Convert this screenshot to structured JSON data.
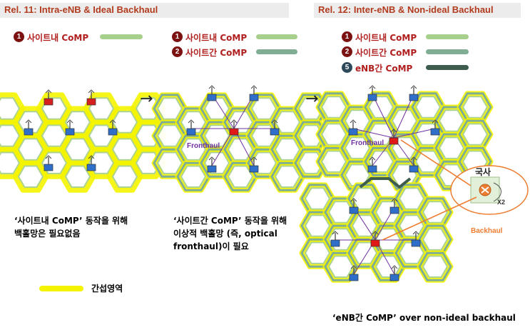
{
  "headers": {
    "left": "Rel. 11: Intra-eNB & Ideal Backhaul",
    "right": "Rel. 12: Inter-eNB & Non-ideal Backhaul"
  },
  "legend": {
    "n1": "1",
    "n2": "2",
    "n5": "5",
    "intra_site": "사이트내 CoMP",
    "inter_site": "사이트간 CoMP",
    "inter_enb": "eNB간 CoMP"
  },
  "captions": {
    "left_line1": "‘사이트내 CoMP’ 동작을 위해",
    "left_line2": "백홀망은 필요없음",
    "mid_line1": "‘사이트간 CoMP’ 동작을 위해",
    "mid_line2": "이상적 백홀망 (즉, optical",
    "mid_line3": "fronthaul)이 필요",
    "interference": "간섭영역",
    "bottom": "‘eNB간 CoMP’ over non-ideal backhaul"
  },
  "labels": {
    "fronthaul": "Fronthaul",
    "backhaul": "Backhaul",
    "central_office": "국사",
    "x2": "X2"
  },
  "arrows": {
    "a1": "→",
    "a2": "→"
  },
  "colors": {
    "title_red": "#b23b1e",
    "intra_bar": "#a8d08d",
    "inter_bar": "#7fae95",
    "enb_bar": "#3f5d4f",
    "interference": "#f4f400",
    "fronthaul": "#7030a0",
    "backhaul": "#ed7d31"
  }
}
